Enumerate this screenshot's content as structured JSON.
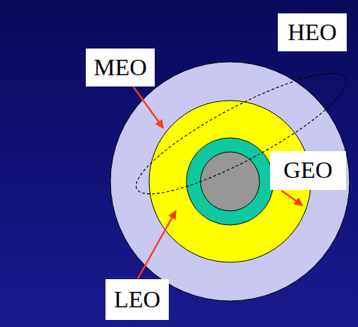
{
  "diagram": {
    "nodes": [
      {
        "text": [
          "HEO"
        ]
      },
      {
        "text": [
          "MEO"
        ]
      },
      {
        "text": [
          "GEO"
        ]
      },
      {
        "text": [
          "LEO"
        ]
      }
    ]
  }
}
